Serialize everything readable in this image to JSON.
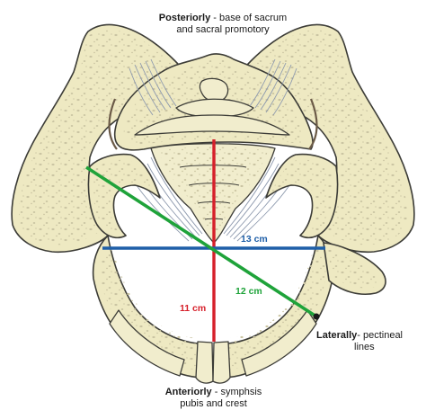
{
  "labels": {
    "posterior": {
      "title": "Posteriorly",
      "text": " - base of sacrum",
      "line2": "and sacral promotory"
    },
    "lateral": {
      "title": "Laterally",
      "text": "- pectineal",
      "line2": "lines"
    },
    "anterior": {
      "title": "Anteriorly",
      "text": " - symphsis",
      "line2": "pubis and crest"
    }
  },
  "measurements": {
    "transverse": {
      "label": "13 cm",
      "color": "#1f5fa8"
    },
    "anteroposterior": {
      "label": "11 cm",
      "color": "#d61f2a"
    },
    "oblique": {
      "label": "12 cm",
      "color": "#1fa33a"
    }
  },
  "colors": {
    "bone": "#eee9c2",
    "outline": "#3c3c37",
    "ligament": "#8e9aae"
  }
}
